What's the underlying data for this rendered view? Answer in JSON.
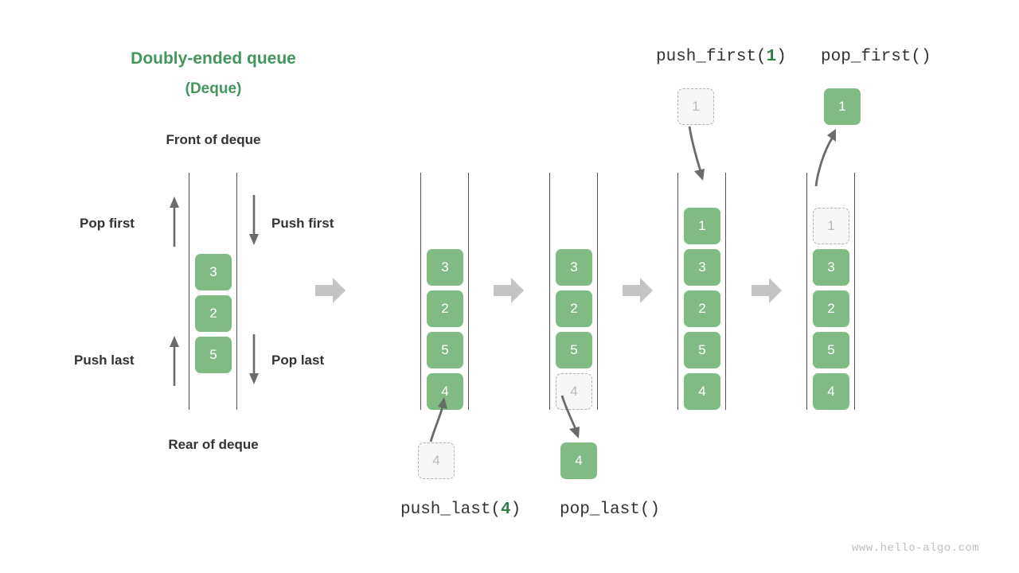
{
  "title": {
    "line1": "Doubly-ended queue",
    "line2": "(Deque)",
    "color": "#43975a"
  },
  "labels": {
    "front": "Front of deque",
    "rear": "Rear of deque",
    "pop_first": "Pop first",
    "push_first": "Push first",
    "push_last": "Push last",
    "pop_last": "Pop last"
  },
  "operations": {
    "push_last": {
      "name": "push_last(",
      "arg": "4",
      "close": ")"
    },
    "pop_last": {
      "name": "pop_last()",
      "arg": "",
      "close": ""
    },
    "push_first": {
      "name": "push_first(",
      "arg": "1",
      "close": ")"
    },
    "pop_first": {
      "name": "pop_first()",
      "arg": "",
      "close": ""
    }
  },
  "colors": {
    "cell_fill": "#80bb83",
    "cell_text": "#ffffff",
    "ghost_fill": "#f7f7f7",
    "ghost_border": "#b2b2b2",
    "ghost_text": "#b9b9b9",
    "rail": "#555555",
    "arrow_gray": "#c4c4c4",
    "thin_arrow": "#6b6b6b",
    "accent": "#43975a",
    "text": "#333333"
  },
  "panels": [
    {
      "id": "panel-overview",
      "cells": [
        {
          "value": "3",
          "state": "solid"
        },
        {
          "value": "2",
          "state": "solid"
        },
        {
          "value": "5",
          "state": "solid"
        }
      ]
    },
    {
      "id": "panel-push-last",
      "cells": [
        {
          "value": "3",
          "state": "solid"
        },
        {
          "value": "2",
          "state": "solid"
        },
        {
          "value": "5",
          "state": "solid"
        },
        {
          "value": "4",
          "state": "solid"
        }
      ],
      "external_cell": {
        "value": "4",
        "state": "ghost"
      }
    },
    {
      "id": "panel-pop-last",
      "cells": [
        {
          "value": "3",
          "state": "solid"
        },
        {
          "value": "2",
          "state": "solid"
        },
        {
          "value": "5",
          "state": "solid"
        },
        {
          "value": "4",
          "state": "ghost"
        }
      ],
      "external_cell": {
        "value": "4",
        "state": "solid"
      }
    },
    {
      "id": "panel-push-first",
      "cells": [
        {
          "value": "1",
          "state": "solid"
        },
        {
          "value": "3",
          "state": "solid"
        },
        {
          "value": "2",
          "state": "solid"
        },
        {
          "value": "5",
          "state": "solid"
        },
        {
          "value": "4",
          "state": "solid"
        }
      ],
      "external_cell": {
        "value": "1",
        "state": "ghost"
      }
    },
    {
      "id": "panel-pop-first",
      "cells": [
        {
          "value": "1",
          "state": "ghost"
        },
        {
          "value": "3",
          "state": "solid"
        },
        {
          "value": "2",
          "state": "solid"
        },
        {
          "value": "5",
          "state": "solid"
        },
        {
          "value": "4",
          "state": "solid"
        }
      ],
      "external_cell": {
        "value": "1",
        "state": "solid"
      }
    }
  ],
  "watermark": "www.hello-algo.com"
}
